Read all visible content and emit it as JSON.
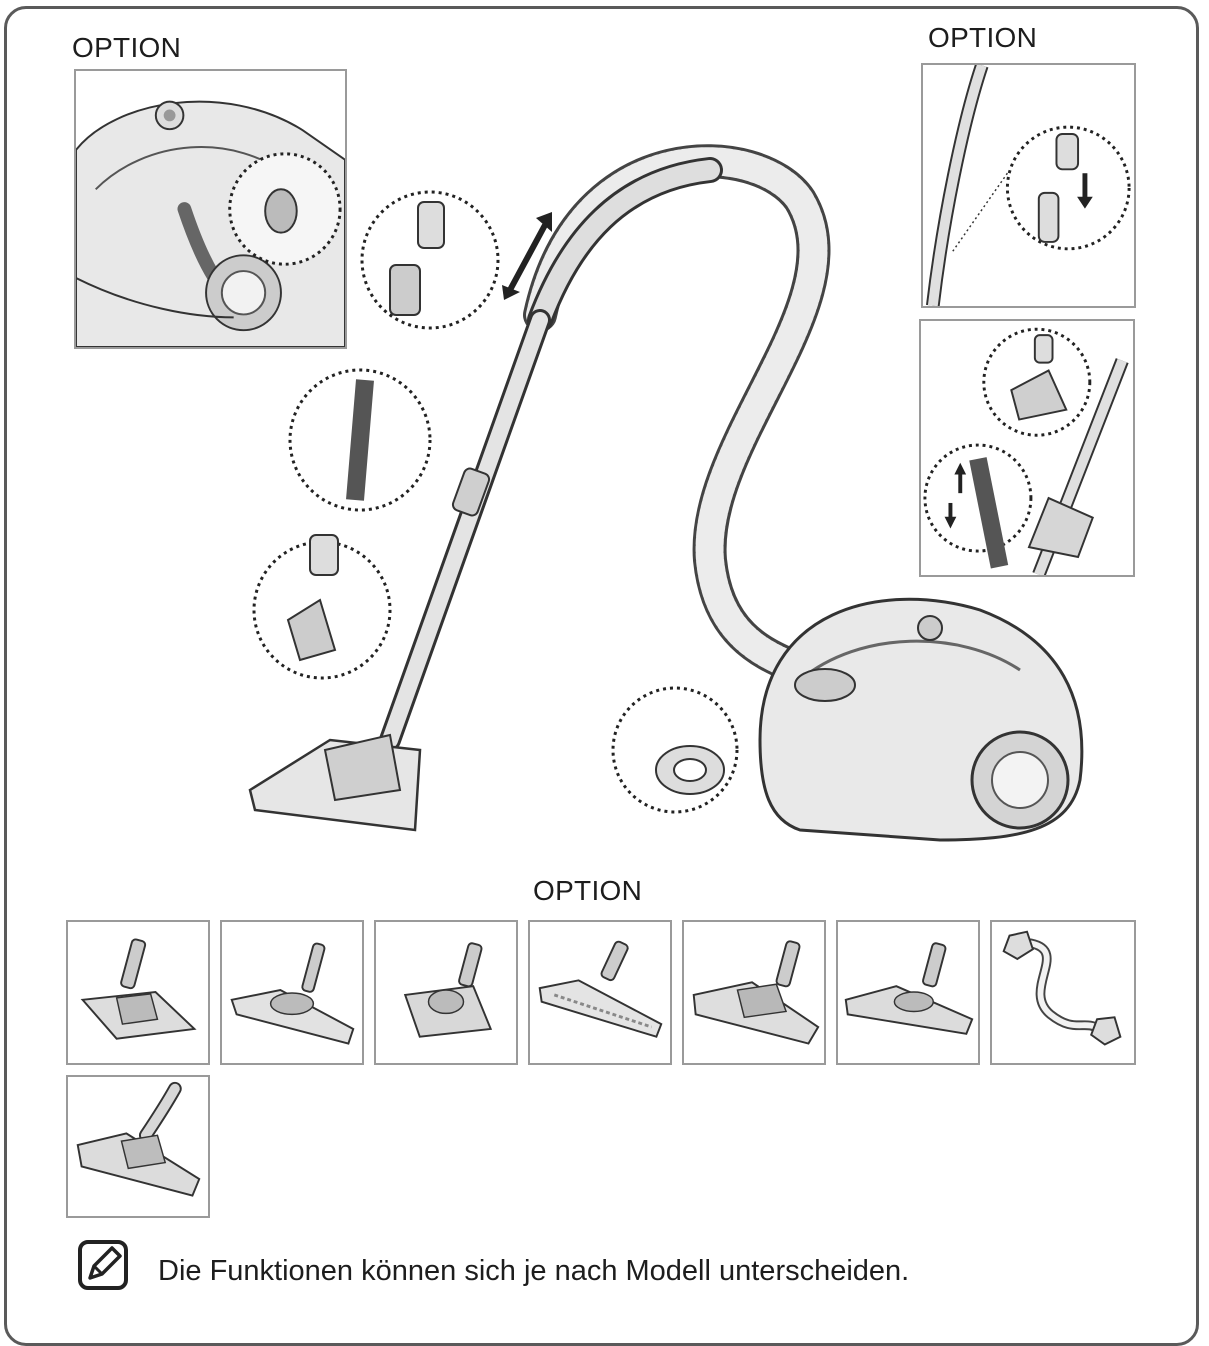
{
  "option_labels": {
    "top_left": "OPTION",
    "top_right": "OPTION",
    "accessories": "OPTION"
  },
  "accessory_icons": [
    "floor-brush-icon",
    "parquet-brush-icon",
    "turbo-brush-icon",
    "wide-floor-nozzle-icon",
    "combination-brush-icon",
    "slim-floor-brush-icon",
    "shoulder-strap-icon",
    "two-step-brush-icon"
  ],
  "note": {
    "icon": "note-pencil-icon",
    "text": "Die Funktionen können sich je nach Modell unterscheiden."
  }
}
